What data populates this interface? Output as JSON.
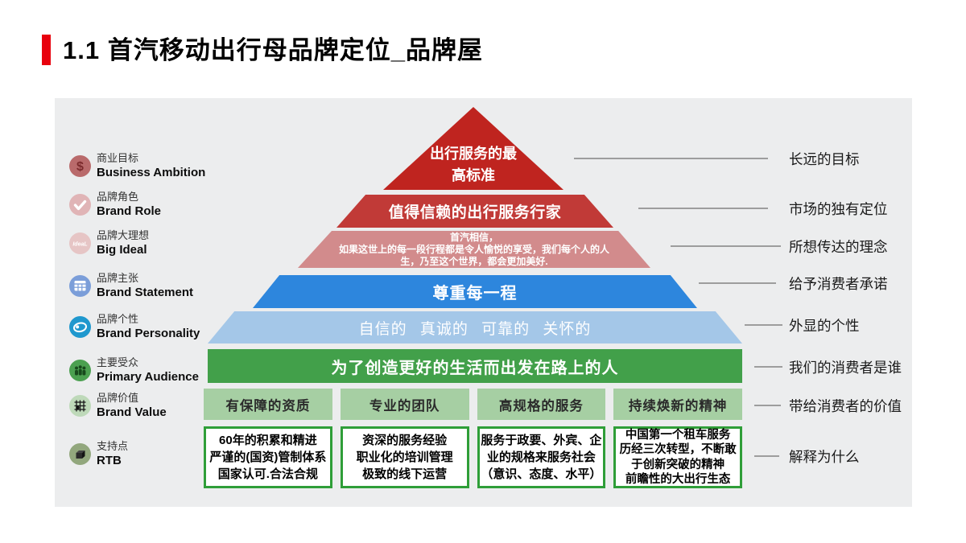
{
  "title": "1.1 首汽移动出行母品牌定位_品牌屋",
  "left_items": [
    {
      "zh": "商业目标",
      "en": "Business Ambition",
      "icon": "dollar-icon"
    },
    {
      "zh": "品牌角色",
      "en": "Brand Role",
      "icon": "check-icon"
    },
    {
      "zh": "品牌大理想",
      "en": "Big Ideal",
      "icon": "ideal-icon"
    },
    {
      "zh": "品牌主张",
      "en": "Brand Statement",
      "icon": "window-icon"
    },
    {
      "zh": "品牌个性",
      "en": "Brand Personality",
      "icon": "personality-icon"
    },
    {
      "zh": "主要受众",
      "en": "Primary Audience",
      "icon": "audience-icon"
    },
    {
      "zh": "品牌价值",
      "en": "Brand Value",
      "icon": "grid-icon"
    },
    {
      "zh": "支持点",
      "en": "RTB",
      "icon": "cube-icon"
    }
  ],
  "pyramid": {
    "ambition_lines": [
      "出行服务的最",
      "高标准"
    ],
    "role": "值得信赖的出行服务行家",
    "big_ideal_lines": [
      "首汽相信，",
      "如果这世上的每一段行程都是令人愉悦的享受，我们每个人的人",
      "生，乃至这个世界，都会更加美好."
    ],
    "statement": "尊重每一程",
    "personality": "自信的 真诚的 可靠的 关怀的",
    "audience": "为了创造更好的生活而出发在路上的人",
    "values": [
      "有保障的资质",
      "专业的团队",
      "高规格的服务",
      "持续焕新的精神"
    ],
    "rtb_boxes": [
      {
        "lines": [
          "60年的积累和精进",
          "严谨的(国资)管制体系",
          "国家认可.合法合规"
        ]
      },
      {
        "lines": [
          "资深的服务经验",
          "职业化的培训管理",
          "极致的线下运营"
        ]
      },
      {
        "lines": [
          "服务于政要、外宾、企",
          "业的规格来服务社会",
          "（意识、态度、水平）"
        ]
      },
      {
        "lines": [
          "中国第一个租车服务",
          "历经三次转型，不断敢",
          "于创新突破的精神",
          "前瞻性的大出行生态"
        ]
      }
    ]
  },
  "right_labels": [
    "长远的目标",
    "市场的独有定位",
    "所想传达的理念",
    "给予消费者承诺",
    "外显的个性",
    "我们的消费者是谁",
    "带给消费者的价值",
    "解释为什么"
  ],
  "colors": {
    "accent_red": "#e8000d",
    "pyramid_top_red": "#bf241f",
    "pyramid_role_red": "#c13a37",
    "pyramid_ideal_pink": "#d28b8c",
    "pyramid_statement_blue": "#2d86dd",
    "pyramid_personality_blue": "#a4c7e8",
    "pyramid_audience_green": "#42a04a",
    "value_box_green": "#a6cfa3",
    "rtb_border_green": "#2f9e38",
    "panel_gray": "#ecedee"
  }
}
